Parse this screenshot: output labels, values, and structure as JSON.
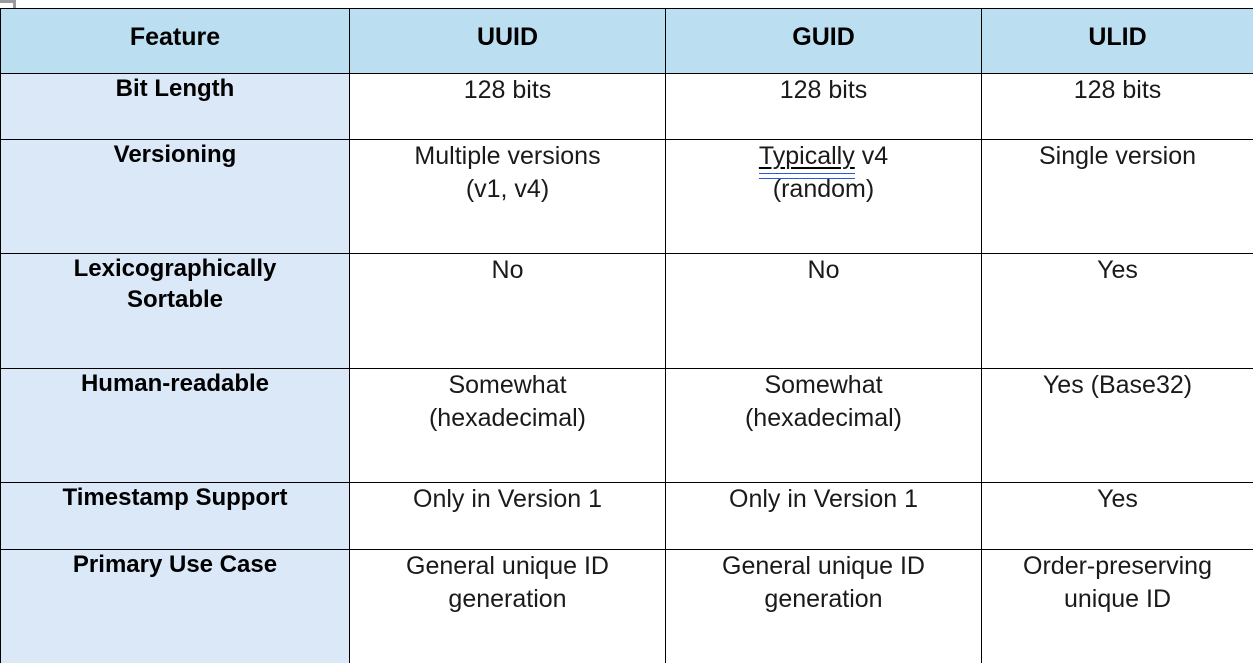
{
  "table": {
    "columns": [
      "Feature",
      "UUID",
      "GUID",
      "ULID"
    ],
    "rows": [
      {
        "feature": "Bit Length",
        "uuid": {
          "lines": [
            "128 bits"
          ]
        },
        "guid": {
          "lines": [
            "128 bits"
          ]
        },
        "ulid": {
          "lines": [
            "128 bits"
          ]
        }
      },
      {
        "feature": "Versioning",
        "uuid": {
          "lines": [
            "Multiple versions",
            "(v1, v4)"
          ]
        },
        "guid": {
          "lines": [
            "Typically v4",
            "(random)"
          ],
          "marked_word": "Typically",
          "marked_rest": " v4",
          "mark_type": "grammar-underline"
        },
        "ulid": {
          "lines": [
            "Single version"
          ]
        }
      },
      {
        "feature": "Lexicographically Sortable",
        "feature_lines": [
          "Lexicographically",
          "Sortable"
        ],
        "uuid": {
          "lines": [
            "No"
          ]
        },
        "guid": {
          "lines": [
            "No"
          ]
        },
        "ulid": {
          "lines": [
            "Yes"
          ]
        }
      },
      {
        "feature": "Human-readable",
        "uuid": {
          "lines": [
            "Somewhat",
            "(hexadecimal)"
          ]
        },
        "guid": {
          "lines": [
            "Somewhat",
            "(hexadecimal)"
          ]
        },
        "ulid": {
          "lines": [
            "Yes (Base32)"
          ]
        }
      },
      {
        "feature": "Timestamp Support",
        "uuid": {
          "lines": [
            "Only in Version 1"
          ]
        },
        "guid": {
          "lines": [
            "Only in Version 1"
          ]
        },
        "ulid": {
          "lines": [
            "Yes"
          ]
        }
      },
      {
        "feature": "Primary Use Case",
        "uuid": {
          "lines": [
            "General unique ID",
            "generation"
          ]
        },
        "guid": {
          "lines": [
            "General unique ID",
            "generation"
          ]
        },
        "ulid": {
          "lines": [
            "Order-preserving",
            "unique ID"
          ]
        }
      }
    ]
  },
  "colors": {
    "header_fill": "#bbdff1",
    "feature_fill": "#dbe8f7",
    "value_fill": "#ffffff",
    "border": "#000000",
    "grammar_mark": "#2a5bd7"
  }
}
